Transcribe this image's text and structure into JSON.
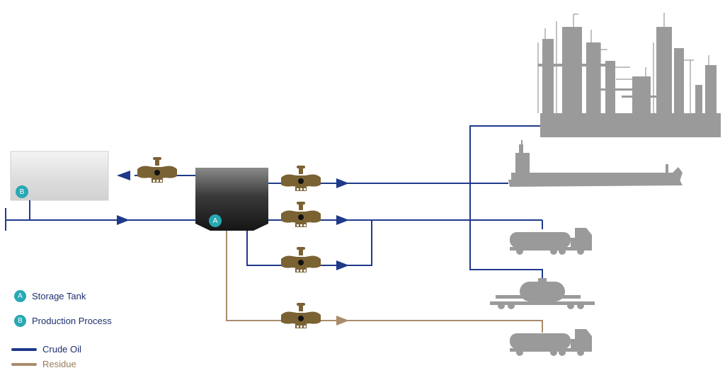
{
  "colors": {
    "crude": "#1f3a8a",
    "residue": "#a98c6c",
    "valve": "#7a6233",
    "badge": "#27a8b3",
    "silhouette": "#9a9a9a"
  },
  "badges": {
    "storage_tank": "A",
    "production_process": "B"
  },
  "legend": {
    "items": [
      {
        "badge": "A",
        "label": "Storage Tank"
      },
      {
        "badge": "B",
        "label": "Production Process"
      }
    ],
    "lines": [
      {
        "label": "Crude Oil",
        "color": "#1f3a8a"
      },
      {
        "label": "Residue",
        "color": "#a98c6c"
      }
    ]
  },
  "destinations": [
    "refinery-icon",
    "tanker-ship-icon",
    "tanker-truck-icon",
    "rail-tank-car-icon",
    "tanker-truck-icon"
  ]
}
